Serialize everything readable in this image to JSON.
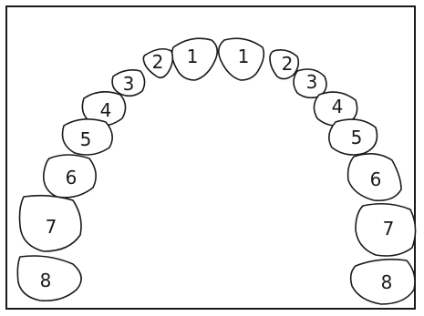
{
  "diagram": {
    "upper_arch": {
      "left_side": [
        {
          "number": "1"
        },
        {
          "number": "2"
        },
        {
          "number": "3"
        },
        {
          "number": "4"
        },
        {
          "number": "5"
        },
        {
          "number": "6"
        },
        {
          "number": "7"
        },
        {
          "number": "8"
        }
      ],
      "right_side": [
        {
          "number": "1"
        },
        {
          "number": "2"
        },
        {
          "number": "3"
        },
        {
          "number": "4"
        },
        {
          "number": "5"
        },
        {
          "number": "6"
        },
        {
          "number": "7"
        },
        {
          "number": "8"
        }
      ]
    }
  },
  "colors": {
    "outline": "#1a1a1a",
    "background": "#ffffff"
  }
}
